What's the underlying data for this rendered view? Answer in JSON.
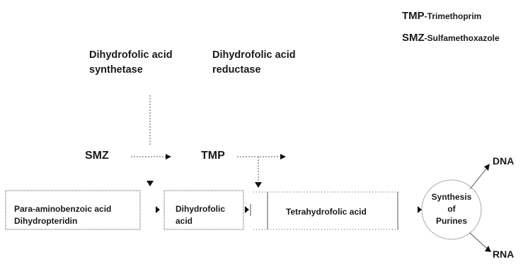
{
  "legend": [
    {
      "abbr": "TMP",
      "full": "-Trimethoprim"
    },
    {
      "abbr": "SMZ",
      "full": "-Sulfamethoxazole"
    }
  ],
  "enzymes": {
    "synthetase": "Dihydrofolic acid\nsynthetase",
    "reductase": "Dihydrofolic acid\nreductase"
  },
  "drugs": {
    "smz": "SMZ",
    "tmp": "TMP"
  },
  "nodes": {
    "paba": "Para-aminobenzoic acid\nDihydropteridin",
    "dihydrofolic": "Dihydrofolic\nacid",
    "tetrahydrofolic": "Tetrahydrofolic acid",
    "synthesis": "Synthesis\nof\nPurines"
  },
  "outputs": {
    "dna": "DNA",
    "rna": "RNA"
  }
}
